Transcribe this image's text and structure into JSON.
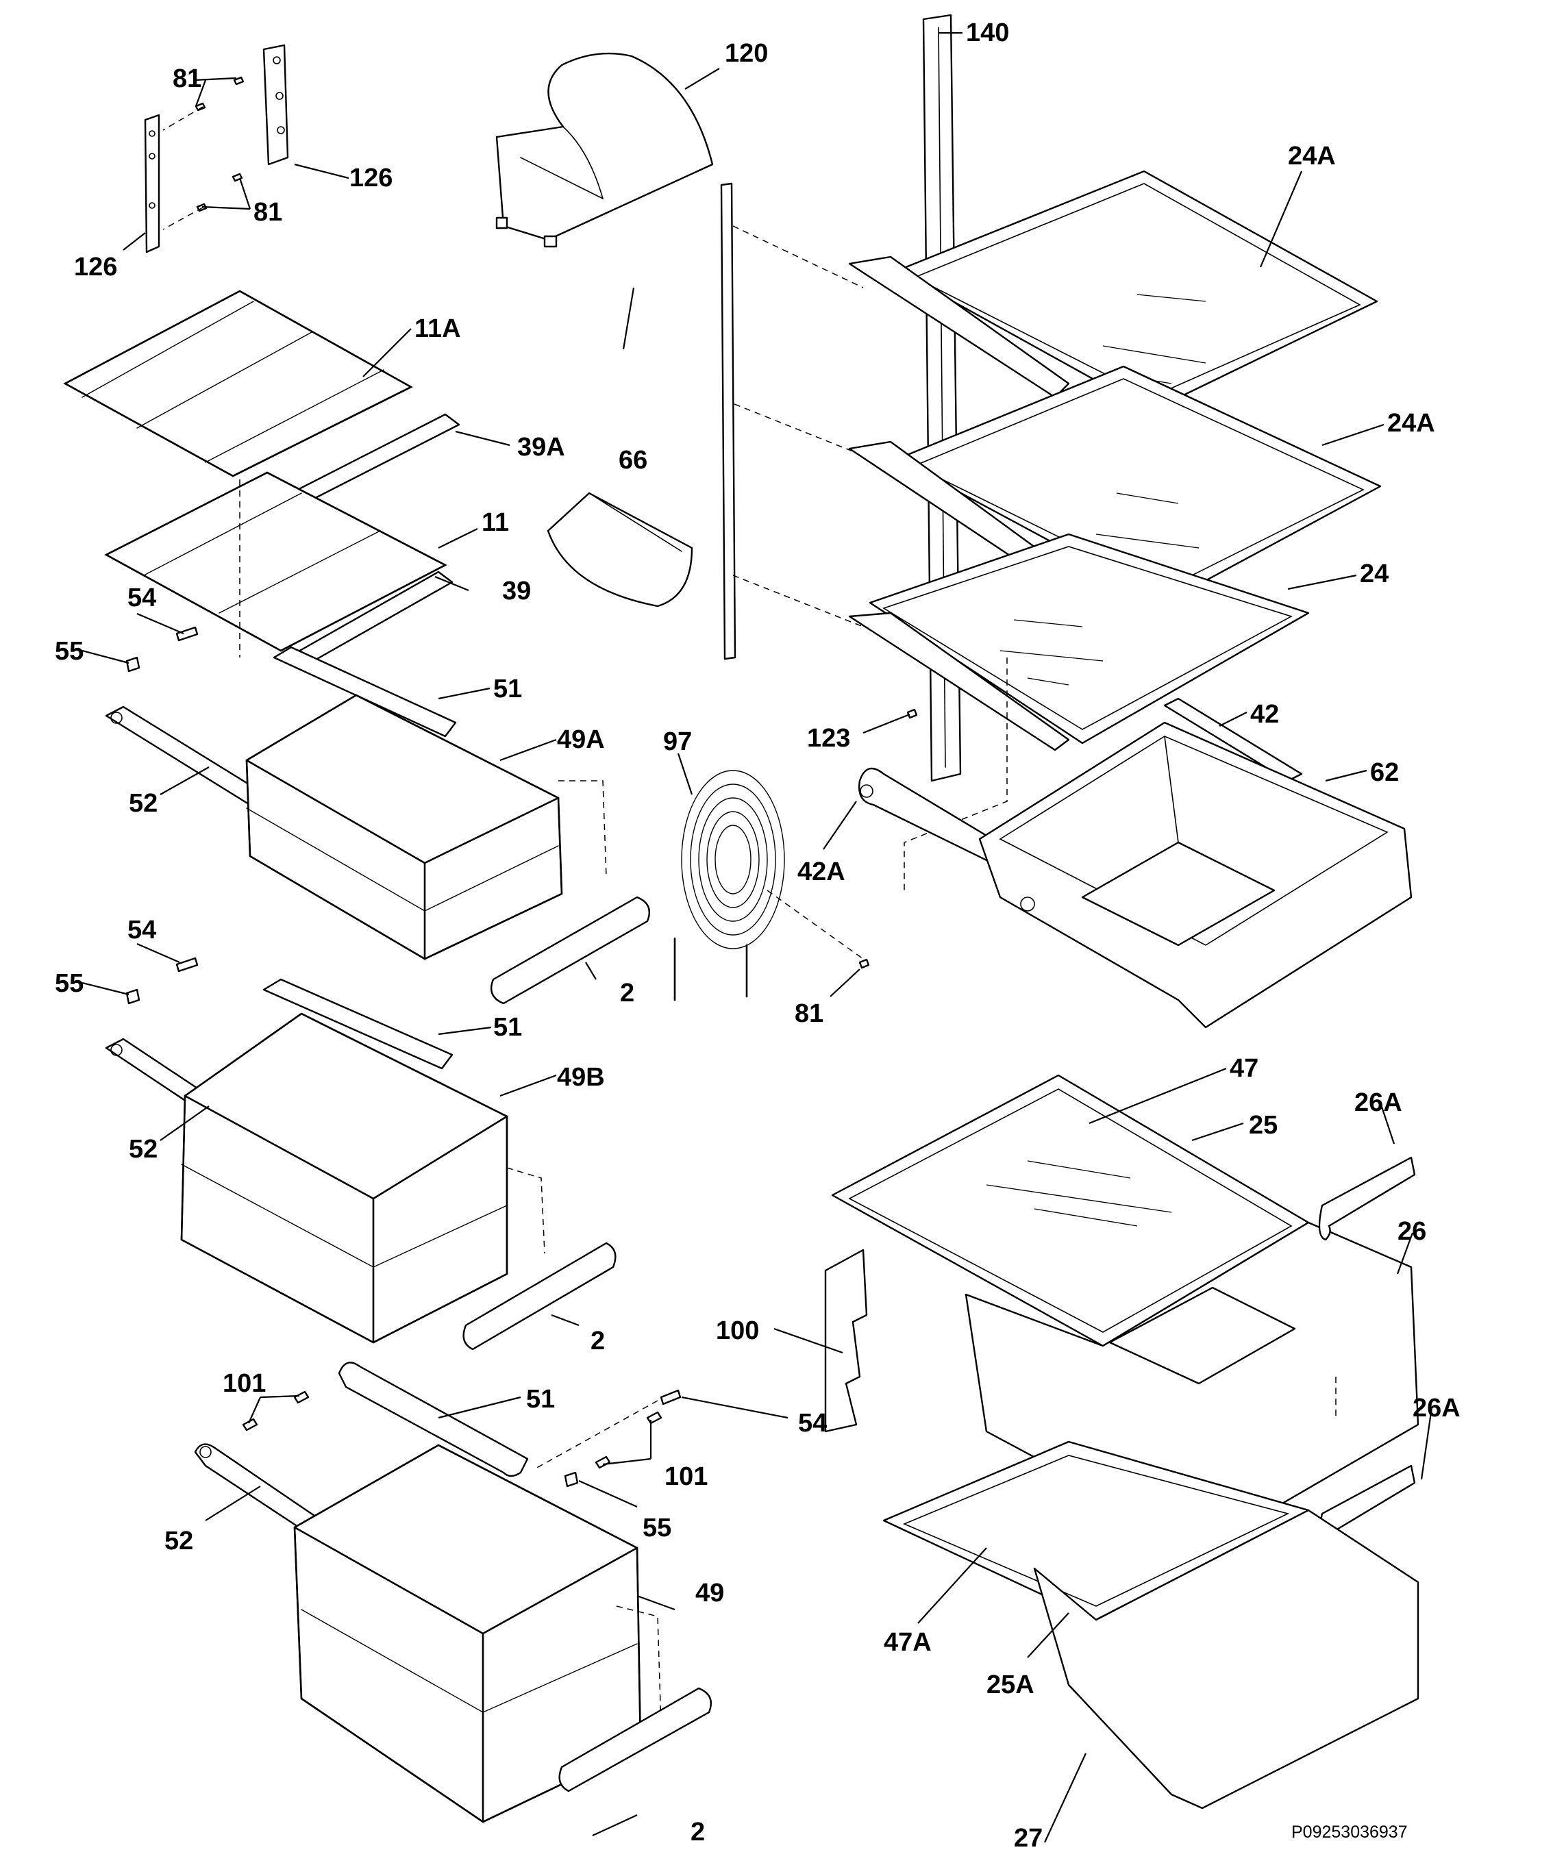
{
  "diagram": {
    "document_code": "P09253036937",
    "callouts": {
      "c81_top": "81",
      "c81_mid": "81",
      "c81_right": "81",
      "c126_right": "126",
      "c126_left": "126",
      "c120": "120",
      "c140": "140",
      "c24A_top": "24A",
      "c24A_mid": "24A",
      "c24": "24",
      "c11A": "11A",
      "c39A": "39A",
      "c66": "66",
      "c11": "11",
      "c39": "39",
      "c54_a": "54",
      "c55_a": "55",
      "c51_a": "51",
      "c49A": "49A",
      "c52_a": "52",
      "c97": "97",
      "c123": "123",
      "c42": "42",
      "c62": "62",
      "c42A": "42A",
      "c2_a": "2",
      "c54_b": "54",
      "c55_b": "55",
      "c51_b": "51",
      "c49B": "49B",
      "c52_b": "52",
      "c2_b": "2",
      "c47": "47",
      "c25": "25",
      "c26A_top": "26A",
      "c26": "26",
      "c100": "100",
      "c101_top": "101",
      "c51_c": "51",
      "c54_c": "54",
      "c101_right": "101",
      "c55_c": "55",
      "c52_c": "52",
      "c49": "49",
      "c2_c": "2",
      "c26A_bottom": "26A",
      "c47A": "47A",
      "c25A": "25A",
      "c27": "27"
    }
  }
}
